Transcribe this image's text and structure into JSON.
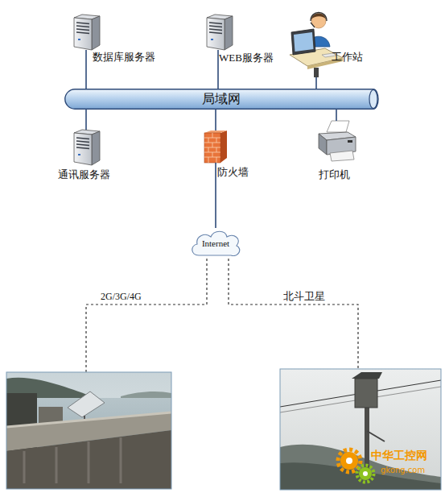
{
  "diagram": {
    "nodes": [
      {
        "text": [
          "数据库服务器"
        ]
      },
      {
        "text": [
          "WEB服务器"
        ]
      },
      {
        "text": [
          "工作站"
        ]
      },
      {
        "text": [
          "局域网"
        ]
      },
      {
        "text": [
          "通讯服务器"
        ]
      },
      {
        "text": [
          "防火墙"
        ]
      },
      {
        "text": [
          "打印机"
        ]
      },
      {
        "text": [
          "Internet"
        ]
      }
    ],
    "edges": [
      {
        "from": 0,
        "to": 3,
        "arrow": "none"
      },
      {
        "from": 1,
        "to": 3,
        "arrow": "none"
      },
      {
        "from": 2,
        "to": 3,
        "arrow": "none"
      },
      {
        "from": 3,
        "to": 4,
        "arrow": "none"
      },
      {
        "from": 3,
        "to": 5,
        "arrow": "none"
      },
      {
        "from": 3,
        "to": 6,
        "arrow": "none"
      },
      {
        "from": 5,
        "to": 7,
        "arrow": "none"
      }
    ],
    "labels": [
      "2G/3G/4G",
      "北斗卫星",
      "中华工控网",
      "gkong.com"
    ]
  }
}
